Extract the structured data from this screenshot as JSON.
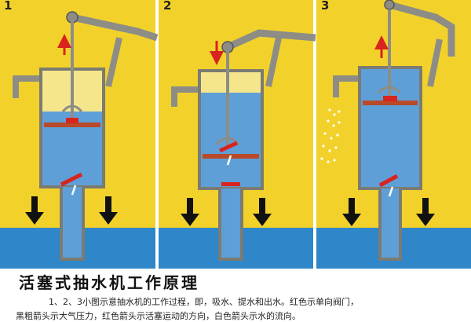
{
  "panels": [
    {
      "number": "1",
      "rod_arrow": "up"
    },
    {
      "number": "2",
      "rod_arrow": "down"
    },
    {
      "number": "3",
      "rod_arrow": "up"
    }
  ],
  "caption": {
    "title": "活塞式抽水机工作原理",
    "line1": "1、2、3小图示意抽水机的工作过程，即，吸水、提水和出水。红色示单向阀门，",
    "line2": "黑粗箭头示大气压力，红色箭头示活塞运动的方向，白色箭头示水的流向。"
  },
  "colors": {
    "background_yellow": "#f2d22a",
    "water_blue": "#2f86c9",
    "cylinder_water": "#5f9fd8",
    "cylinder_air": "#f5e68c",
    "metal_gray": "#8d8d86",
    "valve_red": "#d8231f",
    "pressure_arrow": "#111111"
  }
}
